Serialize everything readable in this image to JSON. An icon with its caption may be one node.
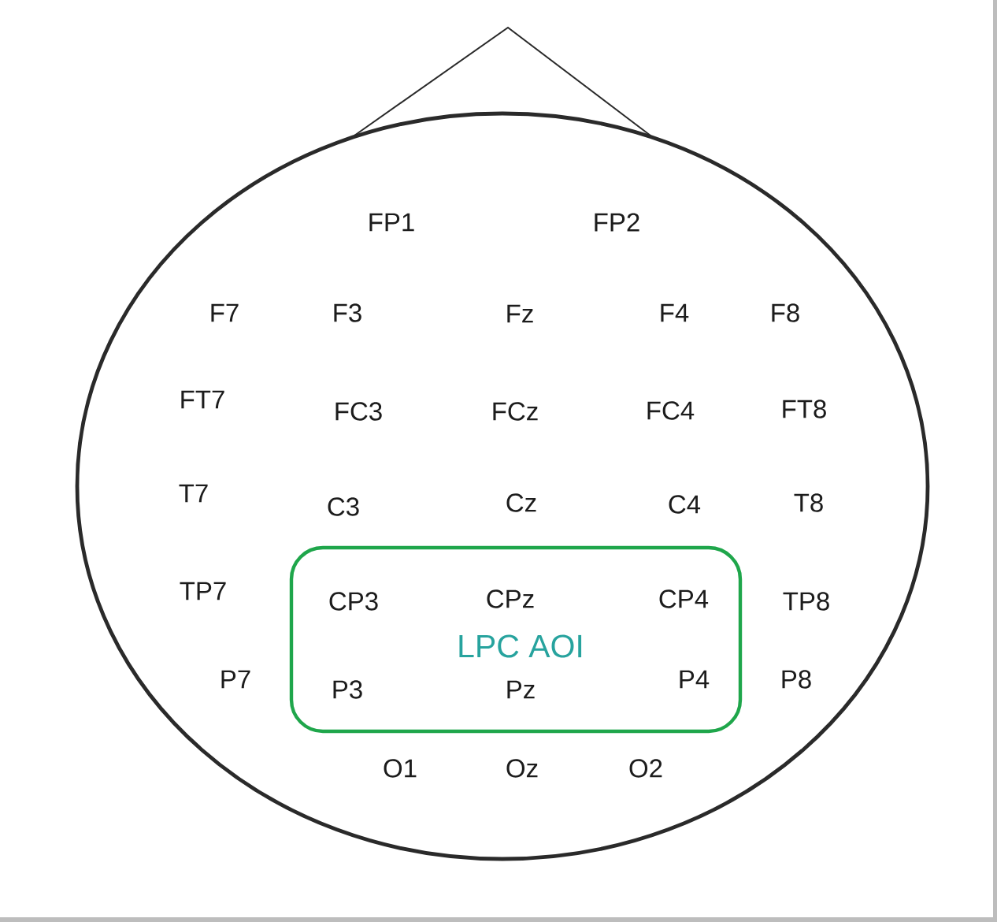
{
  "diagram": {
    "nodes": [
      {
        "text": [
          "FP1",
          "FP2",
          "F7",
          "F3",
          "Fz",
          "F4",
          "F8",
          "FT7",
          "FC3",
          "FCz",
          "FC4",
          "FT8",
          "T7",
          "C3",
          "Cz",
          "C4",
          "T8",
          "TP7",
          "TP8",
          "P7",
          "P8",
          "O1",
          "Oz",
          "O2"
        ]
      },
      {
        "text": [
          "CP3",
          "CPz",
          "CP4",
          "LPC AOI",
          "P3",
          "Pz",
          "P4"
        ],
        "in": 0
      }
    ]
  }
}
